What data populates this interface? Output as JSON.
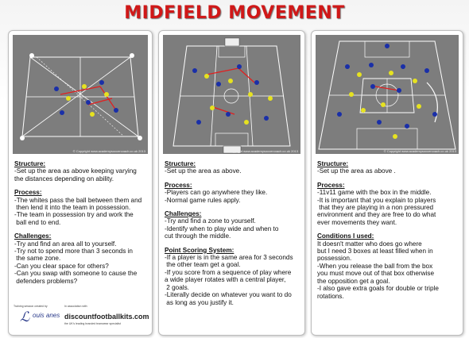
{
  "title": "MIDFIELD MOVEMENT",
  "copyright": "© Copyright www.academysoccercoach.co.uk 2013",
  "panels": [
    {
      "sections": [
        {
          "heading": "Structure:",
          "lines": [
            "-Set up the area as above keeping varying",
            "the distances depending on ability."
          ]
        },
        {
          "heading": "Process:",
          "lines": [
            "-The whites pass the ball between them and",
            " then lend it into the team in possession.",
            "-The team in possession try and work the",
            " ball end to end."
          ]
        },
        {
          "heading": "Challenges:",
          "lines": [
            "-Try and find an area all to yourself.",
            "-Try not to spend more than 3 seconds in",
            " the same zone.",
            "-Can you clear space for others?",
            "-Can you swap with someone to cause the",
            " defenders problems?"
          ]
        }
      ]
    },
    {
      "sections": [
        {
          "heading": "Structure:",
          "lines": [
            "-Set up the area as above."
          ]
        },
        {
          "heading": "Process:",
          "lines": [
            "-Players can go anywhere they like.",
            "-Normal game rules apply."
          ]
        },
        {
          "heading": "Challenges:",
          "lines": [
            "-Try and find a zone to yourself.",
            "-Identify when to play wide and when to",
            "cut through the middle."
          ]
        },
        {
          "heading": "Point Scoring System:",
          "lines": [
            "-If a player is in the same area for 3 seconds",
            " the other team get a goal.",
            "-If you score from a sequence of play where",
            "a wide player rotates with a central player,",
            " 2 goals.",
            "-Literally decide on whatever you want to do",
            " as long as you justify it."
          ]
        }
      ]
    },
    {
      "sections": [
        {
          "heading": "Structure:",
          "lines": [
            "-Set up the area as above ."
          ]
        },
        {
          "heading": "Process:",
          "lines": [
            "-11v11 game with the box in the middle.",
            "-It is important that you explain to players",
            " that they are playing in a non pressured",
            "environment and they are free to do what",
            "ever movements they want."
          ]
        },
        {
          "heading": "Conditions I used:",
          "lines": [
            "It doesn't matter who does go where",
            "but I need 3 boxes at least filled when in",
            "possession.",
            "-When you release the ball from the box",
            "you must move out of that box otherwise",
            "the opposition get a goal.",
            "-I also gave extra goals for double or triple",
            "rotations."
          ]
        }
      ]
    }
  ],
  "sponsor": {
    "created_by": "Training session created by",
    "association": "In association with",
    "logo_text": "ouis anes",
    "shop": "discountfootballkits.com",
    "shop_tagline": "the UK's leading branded teamwear specialist"
  }
}
